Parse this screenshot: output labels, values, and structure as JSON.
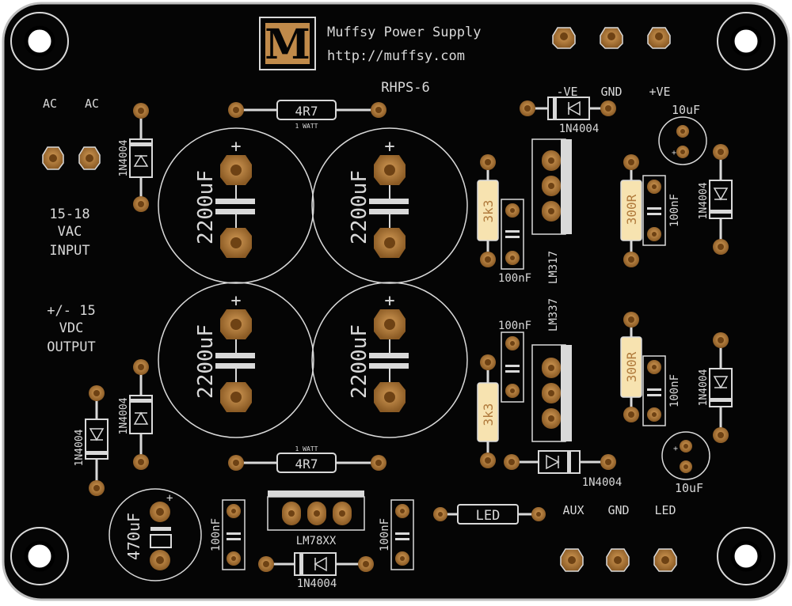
{
  "logo": {
    "letter": "M",
    "title": "Muffsy Power Supply",
    "url": "http://muffsy.com",
    "model": "RHPS-6"
  },
  "labels": {
    "ac_left": "AC",
    "ac_right": "AC",
    "input_line1": "15-18",
    "input_line2": "VAC",
    "input_line3": "INPUT",
    "output_line1": "+/- 15",
    "output_line2": "VDC",
    "output_line3": "OUTPUT",
    "neg_ve": "-VE",
    "gnd_top": "GND",
    "pos_ve": "+VE",
    "aux": "AUX",
    "gnd_bottom": "GND",
    "led_out": "LED"
  },
  "components": {
    "resistor_top": "4R7",
    "resistor_top_note": "1 WATT",
    "resistor_bottom": "4R7",
    "resistor_bottom_note": "1 WATT",
    "cap_main_1": "2200uF",
    "cap_main_2": "2200uF",
    "cap_main_3": "2200uF",
    "cap_main_4": "2200uF",
    "plus": "+",
    "diode_label": "1N4004",
    "res_3k3_top": "3k3",
    "res_3k3_bottom": "3k3",
    "res_300r_top": "300R",
    "res_300r_bottom": "300R",
    "cap_100nf": "100nF",
    "reg_lm317": "LM317",
    "reg_lm337": "LM337",
    "reg_lm78xx": "LM78XX",
    "cap_10uf_top": "10uF",
    "cap_10uf_bottom": "10uF",
    "cap_470uf": "470uF",
    "led": "LED"
  },
  "colors": {
    "board": "#050505",
    "copper": "#b07a3c",
    "copper_dark": "#6e4214",
    "silk": "#d9d9d9",
    "resistor_body": "#f7e3b0"
  }
}
